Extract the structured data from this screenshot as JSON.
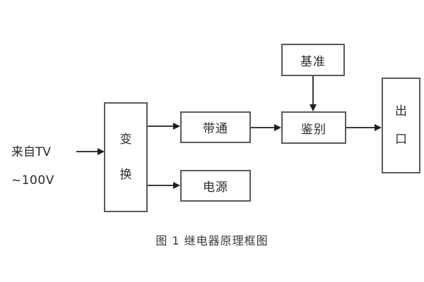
{
  "figure": {
    "caption": "图 1  继电器原理框图",
    "input_source": {
      "line1": "来自TV",
      "line2": "~100V"
    },
    "blocks": [
      {
        "id": "transform",
        "label": "变换",
        "chars": [
          "变",
          "换"
        ],
        "orientation": "vertical"
      },
      {
        "id": "bandpass",
        "label": "带通",
        "chars": [
          "带",
          "通"
        ],
        "orientation": "horizontal"
      },
      {
        "id": "power",
        "label": "电源",
        "chars": [
          "电",
          "源"
        ],
        "orientation": "horizontal"
      },
      {
        "id": "reference",
        "label": "基准",
        "chars": [
          "基",
          "准"
        ],
        "orientation": "horizontal"
      },
      {
        "id": "discrim",
        "label": "鉴别",
        "chars": [
          "鉴",
          "别"
        ],
        "orientation": "horizontal"
      },
      {
        "id": "output",
        "label": "出口",
        "chars": [
          "出",
          "口"
        ],
        "orientation": "vertical"
      }
    ],
    "connections": [
      {
        "from": "input-source",
        "to": "transform",
        "direction": "right"
      },
      {
        "from": "transform",
        "to": "bandpass",
        "direction": "right"
      },
      {
        "from": "transform",
        "to": "power",
        "direction": "right"
      },
      {
        "from": "bandpass",
        "to": "discrim",
        "direction": "right"
      },
      {
        "from": "reference",
        "to": "discrim",
        "direction": "down"
      },
      {
        "from": "discrim",
        "to": "output",
        "direction": "right"
      }
    ],
    "colors": {
      "box_border": "#5a5a5a",
      "line": "#3a3a3a",
      "text": "#2b2b2b",
      "background": "#ffffff"
    }
  }
}
